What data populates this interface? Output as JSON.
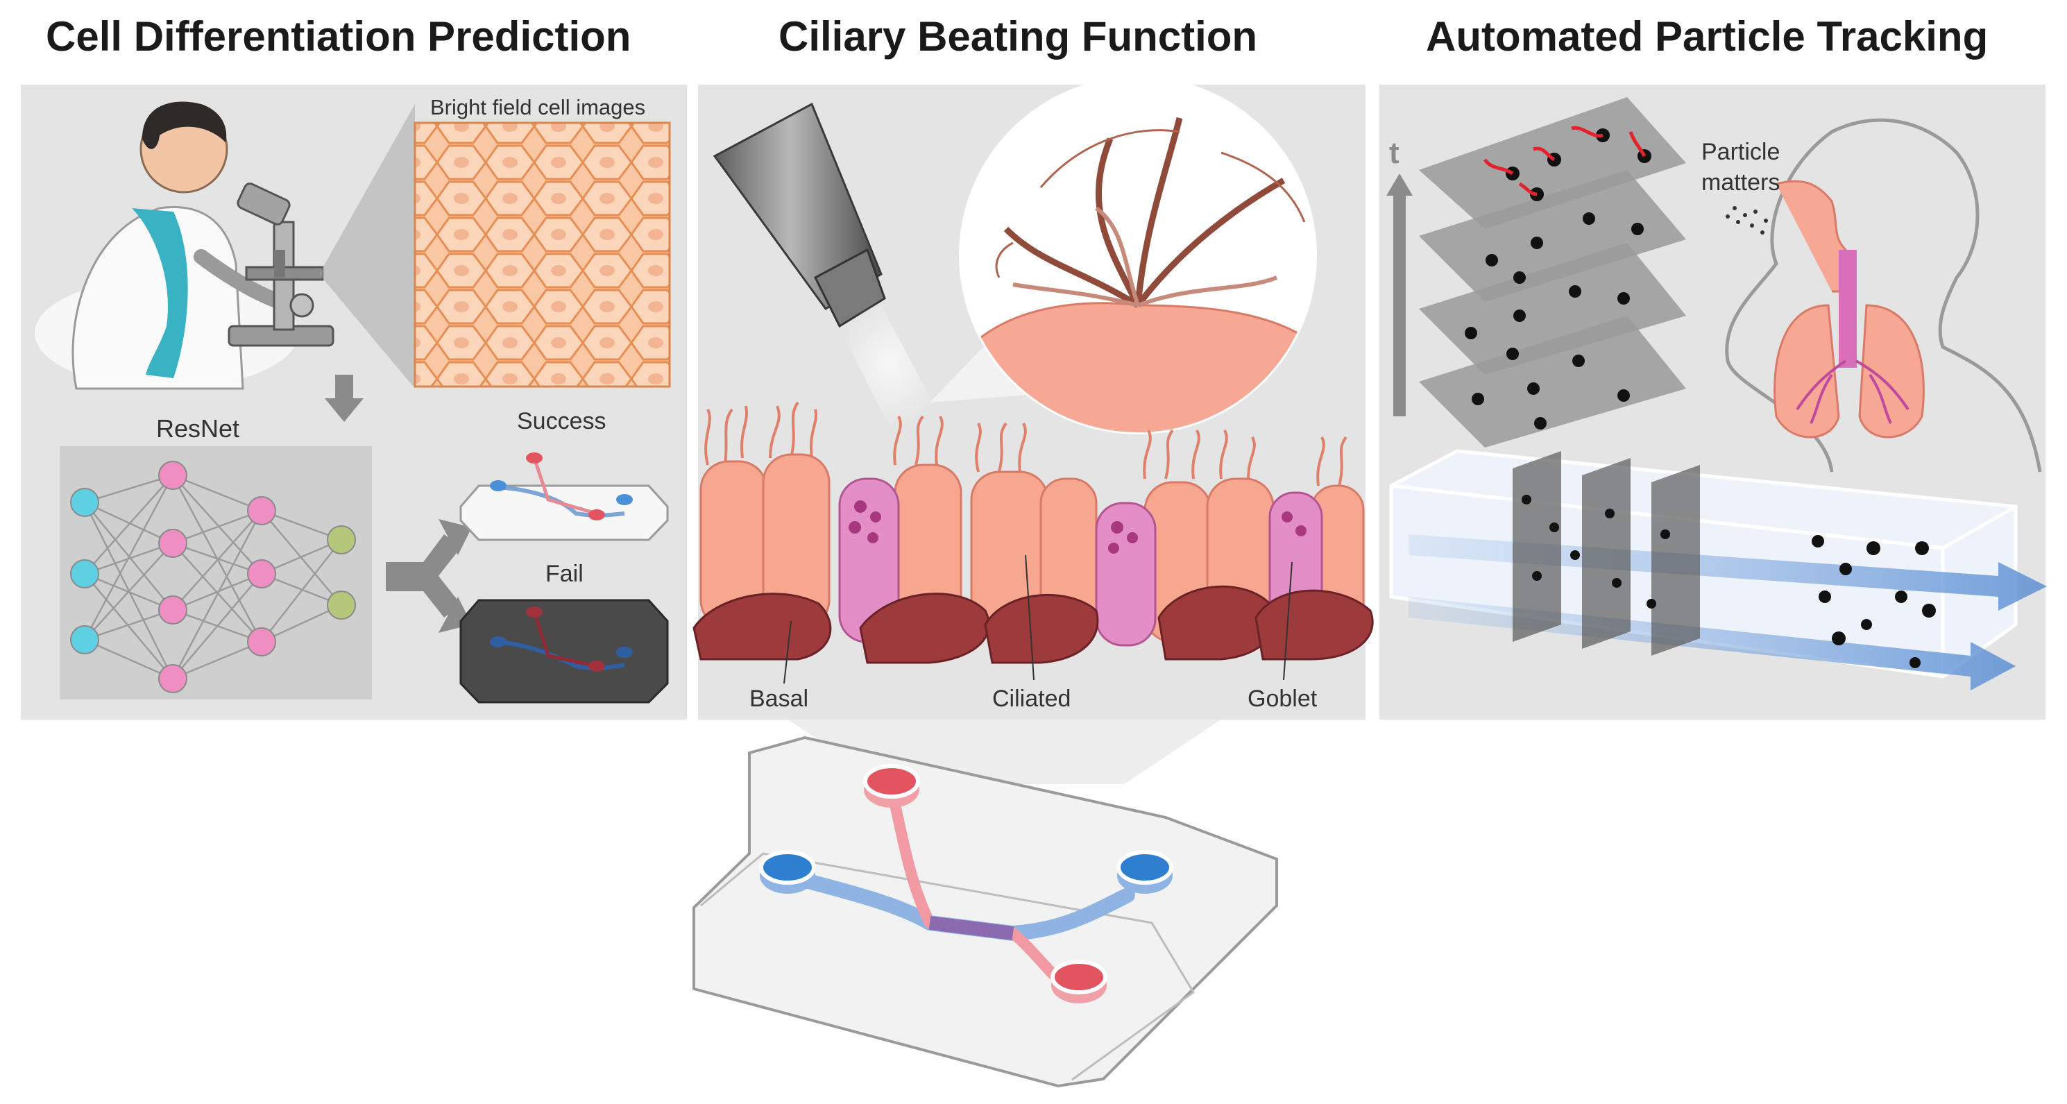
{
  "titles": {
    "left": "Cell Differentiation Prediction",
    "middle": "Ciliary Beating Function",
    "right": "Automated Particle Tracking"
  },
  "left_panel": {
    "bright_field_label": "Bright field cell images",
    "network_label": "ResNet",
    "success_label": "Success",
    "fail_label": "Fail"
  },
  "middle_panel": {
    "cell_labels": [
      "Basal",
      "Ciliated",
      "Goblet"
    ]
  },
  "right_panel": {
    "time_axis_label": "t",
    "particle_label_line1": "Particle",
    "particle_label_line2": "matters"
  },
  "colors": {
    "panel_bg": "#e4e4e4",
    "network_bg": "#cfcfcf",
    "node_cyan": "#5fd0e2",
    "node_pink": "#ee8ec2",
    "node_olive": "#b5c77a",
    "cell_salmon": "#f7a68f",
    "goblet_pink": "#e38ec6",
    "basal_maroon": "#9c3a3c",
    "channel_blue": "#4a90d9",
    "channel_red": "#e25560"
  }
}
